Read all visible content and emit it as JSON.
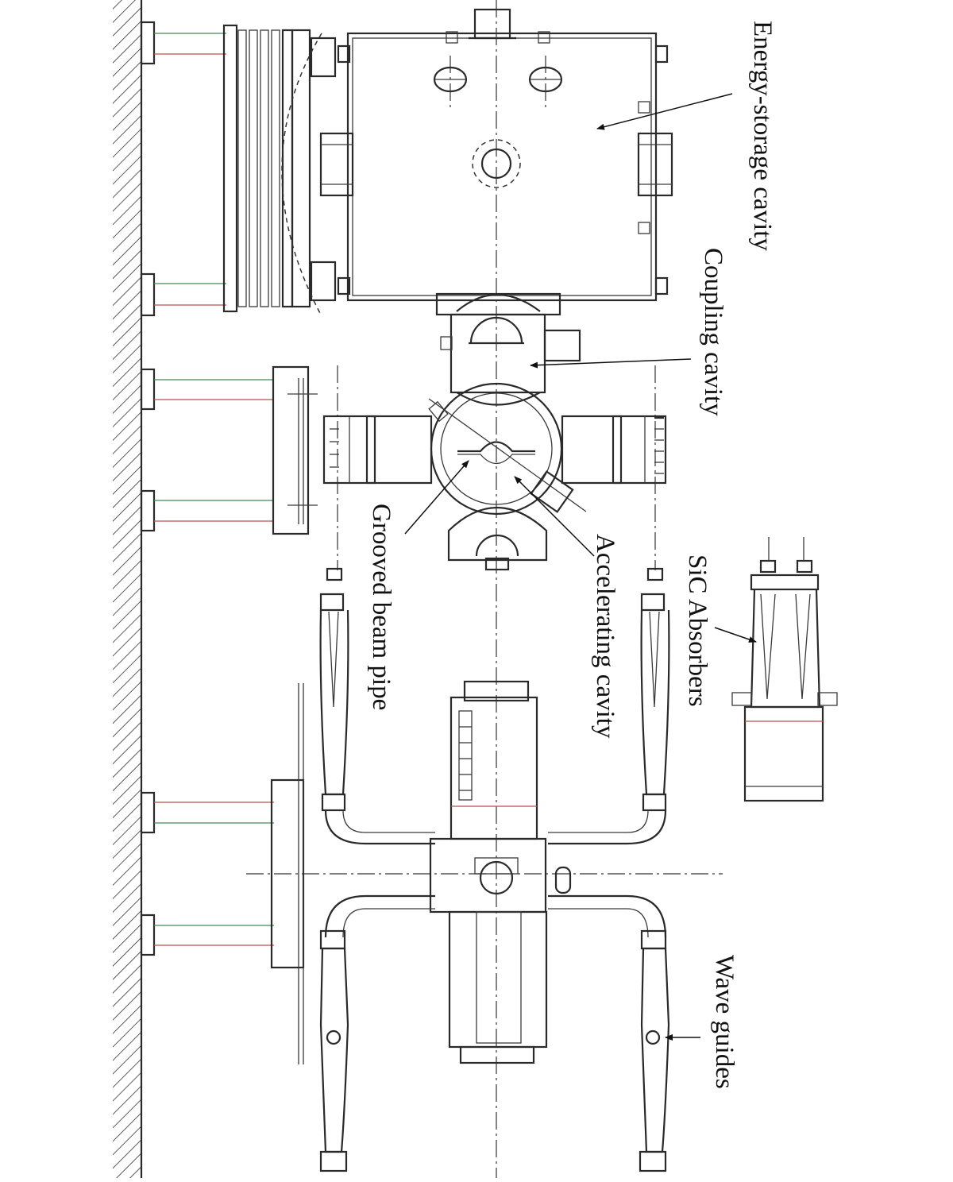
{
  "labels": {
    "energy_storage_cavity": "Energy-storage cavity",
    "coupling_cavity": "Coupling cavity",
    "accelerating_cavity": "Accelerating cavity",
    "grooved_beam_pipe": "Grooved beam pipe",
    "sic_absorbers": "SiC Absorbers",
    "wave_guides": "Wave guides"
  },
  "colors": {
    "line": "#2a2a2a",
    "accent_green": "#3f8a55",
    "accent_red": "#b8504a",
    "background": "#ffffff"
  }
}
